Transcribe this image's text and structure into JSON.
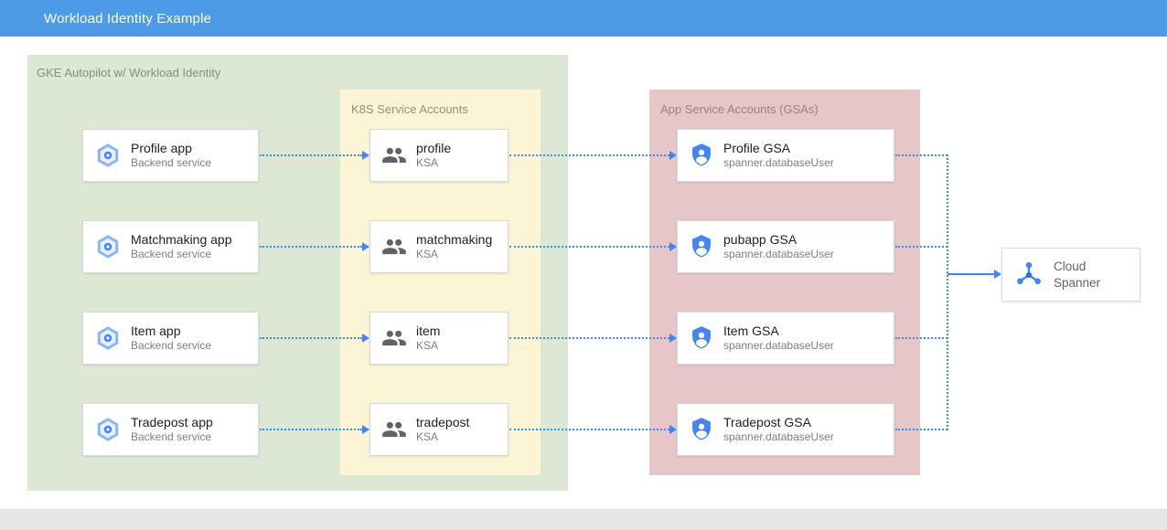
{
  "header": {
    "title": "Workload Identity Example"
  },
  "panels": {
    "gke": {
      "label": "GKE Autopilot w/ Workload Identity"
    },
    "ksa": {
      "label": "K8S Service Accounts"
    },
    "gsa": {
      "label": "App Service Accounts (GSAs)"
    }
  },
  "apps": [
    {
      "title": "Profile app",
      "subtitle": "Backend service"
    },
    {
      "title": "Matchmaking app",
      "subtitle": "Backend service"
    },
    {
      "title": "Item app",
      "subtitle": "Backend service"
    },
    {
      "title": "Tradepost app",
      "subtitle": "Backend service"
    }
  ],
  "ksas": [
    {
      "title": "profile",
      "subtitle": "KSA"
    },
    {
      "title": "matchmaking",
      "subtitle": "KSA"
    },
    {
      "title": "item",
      "subtitle": "KSA"
    },
    {
      "title": "tradepost",
      "subtitle": "KSA"
    }
  ],
  "gsas": [
    {
      "title": "Profile GSA",
      "subtitle": "spanner.databaseUser"
    },
    {
      "title": "pubapp GSA",
      "subtitle": "spanner.databaseUser"
    },
    {
      "title": "Item GSA",
      "subtitle": "spanner.databaseUser"
    },
    {
      "title": "Tradepost GSA",
      "subtitle": "spanner.databaseUser"
    }
  ],
  "spanner": {
    "title": "Cloud Spanner"
  },
  "colors": {
    "header_bg": "#4d9be6",
    "gke_panel_bg": "#dce8d4",
    "ksa_panel_bg": "#fbf4d5",
    "gsa_panel_bg": "#e6c6c6",
    "arrow_blue": "#4285f4",
    "card_border": "#d9d9d9"
  }
}
